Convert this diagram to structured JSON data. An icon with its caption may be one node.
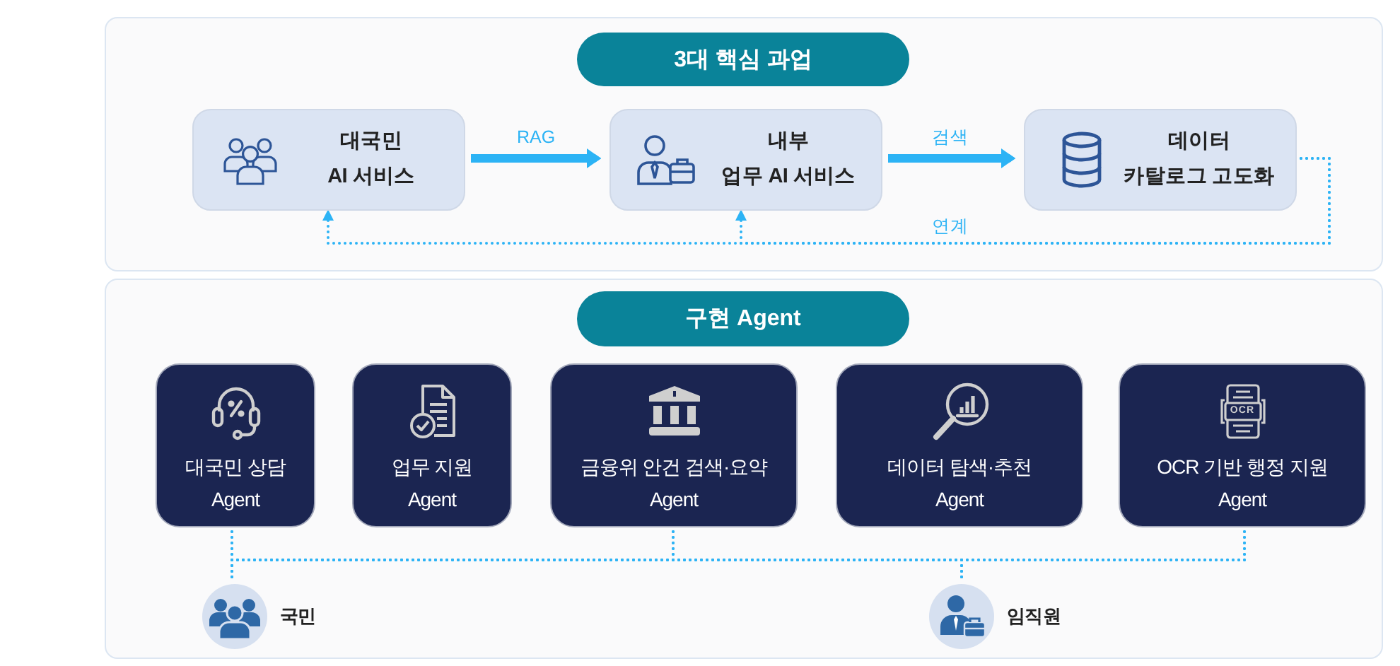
{
  "diagram": {
    "nodes": [
      {
        "text": [],
        "shape": "box"
      },
      {
        "text": [
          "3대 핵심 과업"
        ],
        "in": 0
      },
      {
        "text": [
          "대국민 AI 서비스"
        ],
        "in": 0
      },
      {
        "text": [
          "내부 업무 AI 서비스"
        ],
        "in": 0
      },
      {
        "text": [
          "데이터 카탈로그 고도화"
        ],
        "in": 0
      },
      {
        "text": [],
        "shape": "box"
      },
      {
        "text": [
          "구현 Agent"
        ],
        "in": 5
      },
      {
        "text": [
          "대국민 상담 Agent"
        ],
        "in": 5
      },
      {
        "text": [
          "업무 지원 Agent"
        ],
        "in": 5
      },
      {
        "text": [
          "금융위 안건 검색·요약 Agent"
        ],
        "in": 5
      },
      {
        "text": [
          "데이터 탐색·추천 Agent"
        ],
        "in": 5
      },
      {
        "text": [
          "OCR 기반 행정 지원 Agent"
        ],
        "in": 5
      },
      {
        "text": [
          "국민"
        ],
        "in": 5
      },
      {
        "text": [
          "임직원"
        ],
        "in": 5
      }
    ],
    "edges": [
      {
        "from": 2,
        "to": 3,
        "arrow": "to",
        "label": "RAG",
        "style": "thick"
      },
      {
        "from": 3,
        "to": 4,
        "arrow": "to",
        "label": "검색",
        "style": "thick"
      },
      {
        "from": 4,
        "to": 3,
        "arrow": "to",
        "label": "연계",
        "style": "dashed"
      },
      {
        "from": 4,
        "to": 2,
        "arrow": "to",
        "style": "dashed"
      },
      {
        "from": 7,
        "to": 12,
        "arrow": "none",
        "style": "dashed"
      },
      {
        "from": 7,
        "to": 13,
        "arrow": "none",
        "style": "dashed"
      },
      {
        "from": 9,
        "to": 12,
        "arrow": "none",
        "style": "dashed"
      },
      {
        "from": 9,
        "to": 13,
        "arrow": "none",
        "style": "dashed"
      },
      {
        "from": 11,
        "to": 12,
        "arrow": "none",
        "style": "dashed"
      },
      {
        "from": 11,
        "to": 13,
        "arrow": "none",
        "style": "dashed"
      }
    ],
    "labels": [
      "OCR"
    ]
  }
}
